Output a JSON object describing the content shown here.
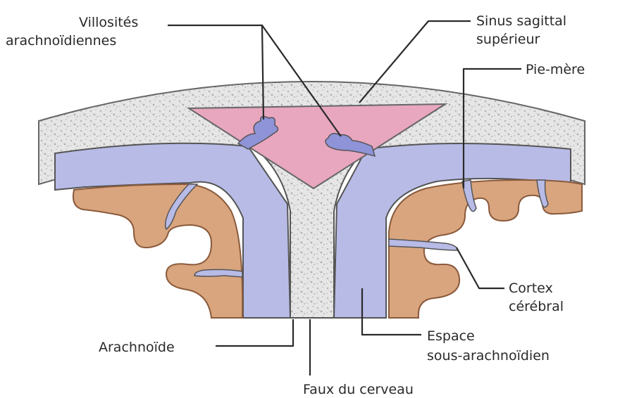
{
  "colors": {
    "background": "#ffffff",
    "dura_mater": "#e6e6e6",
    "dura_speckle": "#b8b8b8",
    "sinus": "#e8a6bf",
    "subarachnoid_space": "#b8bbe6",
    "cortex": "#d9a57e",
    "cortex_edge": "#8a5a3c",
    "outline": "#555555",
    "label_text": "#2a2a2a"
  },
  "labels": {
    "villosites": [
      "Villosités",
      "arachnoïdiennes"
    ],
    "sinus": [
      "Sinus sagittal",
      "supérieur"
    ],
    "pie_mere": [
      "Pie-mère"
    ],
    "cortex": [
      "Cortex",
      "cérébral"
    ],
    "espace": [
      "Espace",
      "sous-arachnoïdien"
    ],
    "arachnoide": [
      "Arachnoïde"
    ],
    "faux": [
      "Faux du cerveau"
    ]
  }
}
